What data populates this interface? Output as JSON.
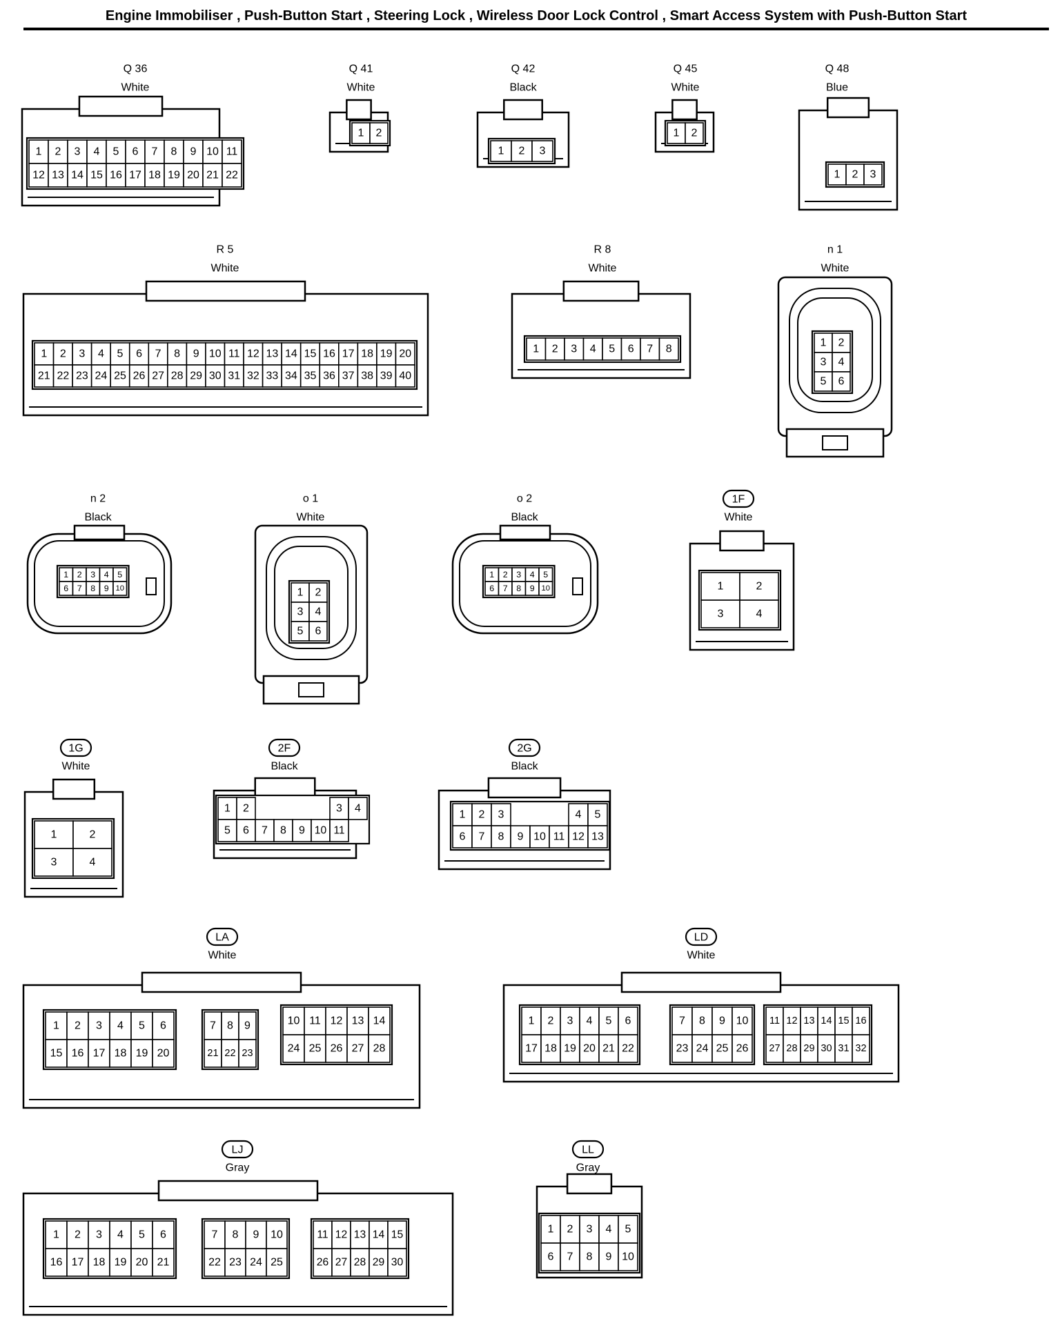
{
  "title": "Engine Immobiliser , Push-Button Start , Steering Lock , Wireless Door Lock Control , Smart Access System with Push-Button Start",
  "connectors": [
    {
      "id": "Q 36",
      "circled": false,
      "color": "White",
      "pins": [
        [
          "1",
          "2",
          "3",
          "4",
          "5",
          "6",
          "7",
          "8",
          "9",
          "10",
          "11"
        ],
        [
          "12",
          "13",
          "14",
          "15",
          "16",
          "17",
          "18",
          "19",
          "20",
          "21",
          "22"
        ]
      ]
    },
    {
      "id": "Q 41",
      "circled": false,
      "color": "White",
      "pins": [
        [
          "1",
          "2"
        ]
      ]
    },
    {
      "id": "Q 42",
      "circled": false,
      "color": "Black",
      "pins": [
        [
          "1",
          "2",
          "3"
        ]
      ]
    },
    {
      "id": "Q 45",
      "circled": false,
      "color": "White",
      "pins": [
        [
          "1",
          "2"
        ]
      ]
    },
    {
      "id": "Q 48",
      "circled": false,
      "color": "Blue",
      "pins": [
        [
          "1",
          "2",
          "3"
        ]
      ]
    },
    {
      "id": "R 5",
      "circled": false,
      "color": "White",
      "pins": [
        [
          "1",
          "2",
          "3",
          "4",
          "5",
          "6",
          "7",
          "8",
          "9",
          "10",
          "11",
          "12",
          "13",
          "14",
          "15",
          "16",
          "17",
          "18",
          "19",
          "20"
        ],
        [
          "21",
          "22",
          "23",
          "24",
          "25",
          "26",
          "27",
          "28",
          "29",
          "30",
          "31",
          "32",
          "33",
          "34",
          "35",
          "36",
          "37",
          "38",
          "39",
          "40"
        ]
      ]
    },
    {
      "id": "R 8",
      "circled": false,
      "color": "White",
      "pins": [
        [
          "1",
          "2",
          "3",
          "4",
          "5",
          "6",
          "7",
          "8"
        ]
      ]
    },
    {
      "id": "n 1",
      "circled": false,
      "color": "White",
      "pins": [
        [
          "1",
          "2"
        ],
        [
          "3",
          "4"
        ],
        [
          "5",
          "6"
        ]
      ]
    },
    {
      "id": "n 2",
      "circled": false,
      "color": "Black",
      "pins": [
        [
          "1",
          "2",
          "3",
          "4",
          "5"
        ],
        [
          "6",
          "7",
          "8",
          "9",
          "10"
        ]
      ]
    },
    {
      "id": "o 1",
      "circled": false,
      "color": "White",
      "pins": [
        [
          "1",
          "2"
        ],
        [
          "3",
          "4"
        ],
        [
          "5",
          "6"
        ]
      ]
    },
    {
      "id": "o 2",
      "circled": false,
      "color": "Black",
      "pins": [
        [
          "1",
          "2",
          "3",
          "4",
          "5"
        ],
        [
          "6",
          "7",
          "8",
          "9",
          "10"
        ]
      ]
    },
    {
      "id": "1F",
      "circled": true,
      "color": "White",
      "pins": [
        [
          "1",
          "2"
        ],
        [
          "3",
          "4"
        ]
      ]
    },
    {
      "id": "1G",
      "circled": true,
      "color": "White",
      "pins": [
        [
          "1",
          "2"
        ],
        [
          "3",
          "4"
        ]
      ]
    },
    {
      "id": "2F",
      "circled": true,
      "color": "Black",
      "pins": [
        [
          "1",
          "2",
          "",
          "",
          "",
          "",
          "3",
          "4"
        ],
        [
          "5",
          "6",
          "7",
          "8",
          "9",
          "10",
          "11"
        ]
      ]
    },
    {
      "id": "2G",
      "circled": true,
      "color": "Black",
      "pins": [
        [
          "1",
          "2",
          "3",
          "",
          "",
          "",
          "4",
          "5"
        ],
        [
          "6",
          "7",
          "8",
          "9",
          "10",
          "11",
          "12",
          "13"
        ]
      ]
    },
    {
      "id": "LA",
      "circled": true,
      "color": "White",
      "groups": [
        [
          [
            "1",
            "2",
            "3",
            "4",
            "5",
            "6"
          ],
          [
            "15",
            "16",
            "17",
            "18",
            "19",
            "20"
          ]
        ],
        [
          [
            "7",
            "8",
            "9"
          ],
          [
            "21",
            "22",
            "23"
          ]
        ],
        [
          [
            "10",
            "11",
            "12",
            "13",
            "14"
          ],
          [
            "24",
            "25",
            "26",
            "27",
            "28"
          ]
        ]
      ]
    },
    {
      "id": "LD",
      "circled": true,
      "color": "White",
      "groups": [
        [
          [
            "1",
            "2",
            "3",
            "4",
            "5",
            "6"
          ],
          [
            "17",
            "18",
            "19",
            "20",
            "21",
            "22"
          ]
        ],
        [
          [
            "7",
            "8",
            "9",
            "10"
          ],
          [
            "23",
            "24",
            "25",
            "26"
          ]
        ],
        [
          [
            "11",
            "12",
            "13",
            "14",
            "15",
            "16"
          ],
          [
            "27",
            "28",
            "29",
            "30",
            "31",
            "32"
          ]
        ]
      ]
    },
    {
      "id": "LJ",
      "circled": true,
      "color": "Gray",
      "groups": [
        [
          [
            "1",
            "2",
            "3",
            "4",
            "5",
            "6"
          ],
          [
            "16",
            "17",
            "18",
            "19",
            "20",
            "21"
          ]
        ],
        [
          [
            "7",
            "8",
            "9",
            "10"
          ],
          [
            "22",
            "23",
            "24",
            "25"
          ]
        ],
        [
          [
            "11",
            "12",
            "13",
            "14",
            "15"
          ],
          [
            "26",
            "27",
            "28",
            "29",
            "30"
          ]
        ]
      ]
    },
    {
      "id": "LL",
      "circled": true,
      "color": "Gray",
      "pins": [
        [
          "1",
          "2",
          "3",
          "4",
          "5"
        ],
        [
          "6",
          "7",
          "8",
          "9",
          "10"
        ]
      ]
    }
  ]
}
